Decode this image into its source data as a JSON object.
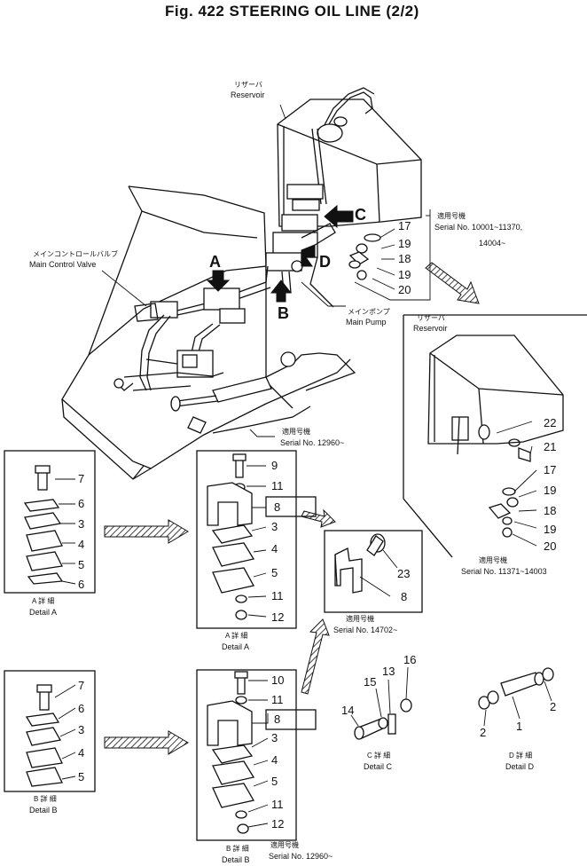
{
  "title": "Fig. 422 STEERING OIL LINE (2/2)",
  "labels": {
    "reservoir_jp": "リザーバ",
    "reservoir_en": "Reservoir",
    "main_control_valve_jp": "メインコントロールバルブ",
    "main_control_valve_en": "Main Control Valve",
    "main_pump_jp": "メインポンプ",
    "main_pump_en": "Main Pump",
    "applicable_jp": "適用号機",
    "serial_10001": "Serial No. 10001~11370,",
    "serial_14004": "14004~",
    "serial_12960_top": "Serial No. 12960~",
    "serial_11371": "Serial No. 11371~14003",
    "serial_14702": "Serial No. 14702~",
    "serial_12960_bottom": "Serial No. 12960~",
    "detail_a_jp": "A 詳 細",
    "detail_a_en": "Detail  A",
    "detail_b_jp": "B 詳 細",
    "detail_b_en": "Detail  B",
    "detail_c_jp": "C 詳 細",
    "detail_c_en": "Detail  C",
    "detail_d_jp": "D 詳 細",
    "detail_d_en": "Detail  D"
  },
  "view_letters": {
    "a": "A",
    "b": "B",
    "c": "C",
    "d": "D"
  },
  "part_numbers": {
    "c_list": [
      "17",
      "19",
      "18",
      "19",
      "20"
    ],
    "reservoir_list": [
      "22",
      "21",
      "17",
      "19",
      "18",
      "19",
      "20"
    ],
    "a_left": [
      "7",
      "6",
      "3",
      "4",
      "5",
      "6"
    ],
    "a_mid": [
      "9",
      "11",
      "8",
      "3",
      "4",
      "5",
      "11",
      "12"
    ],
    "bracket": [
      "23",
      "8"
    ],
    "b_left": [
      "7",
      "6",
      "3",
      "4",
      "5"
    ],
    "b_mid": [
      "10",
      "11",
      "8",
      "3",
      "4",
      "5",
      "11",
      "12"
    ],
    "detail_c": [
      "14",
      "15",
      "13",
      "16"
    ],
    "detail_d": [
      "2",
      "1",
      "2"
    ]
  }
}
